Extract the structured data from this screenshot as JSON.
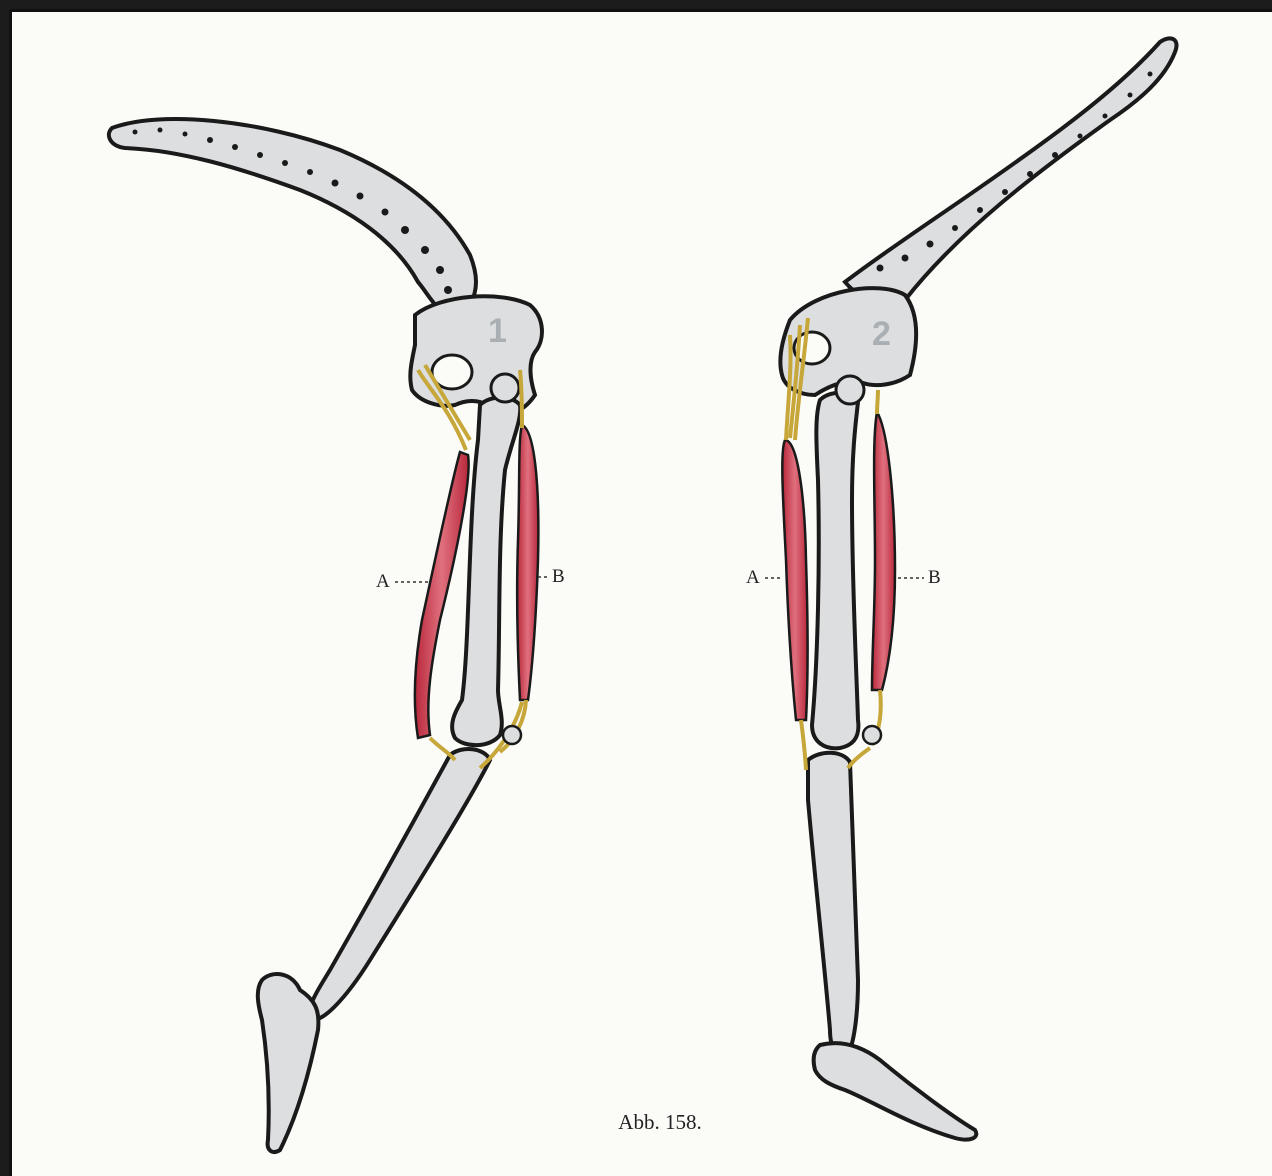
{
  "figures": [
    {
      "number": "1",
      "label_a": "A",
      "label_b": "B"
    },
    {
      "number": "2",
      "label_a": "A",
      "label_b": "B"
    }
  ],
  "caption": "Abb. 158.",
  "colors": {
    "bone": "#dcdedf",
    "outline": "#1a1a1a",
    "muscle": "#d23a4c",
    "tendon": "#c7a73a",
    "paper": "#fbfbf8",
    "frame": "#111111"
  }
}
